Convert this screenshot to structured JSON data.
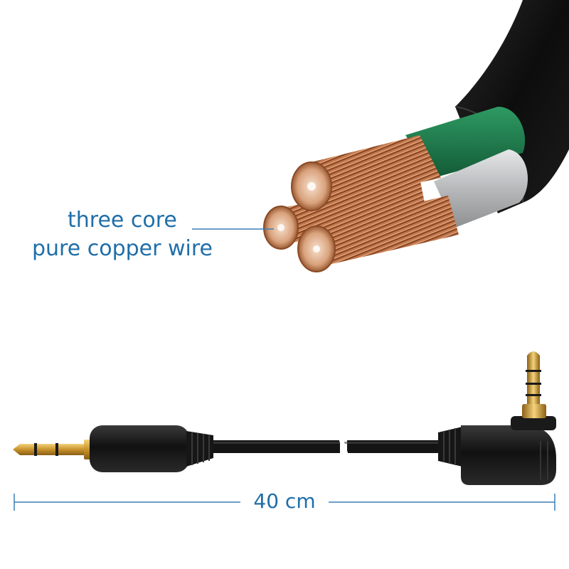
{
  "annotation": {
    "line1": "three core",
    "line2": "pure copper wire"
  },
  "measurement": {
    "length_label": "40 cm"
  },
  "colors": {
    "label_blue": "#1f6ea8",
    "measure_line": "#3b7fb6",
    "jacket": "#141414",
    "copper": "#b86a3e",
    "insulation_green": "#1f7a4d",
    "insulation_silver": "#c6c8ca",
    "gold_plug": "#d4a33a"
  },
  "objects": {
    "cable_cross_section": "three-core-cable-illustration",
    "straight_plug": "3.5mm-straight-trs-plug",
    "angled_plug": "2.5mm-right-angle-trrs-plug"
  }
}
